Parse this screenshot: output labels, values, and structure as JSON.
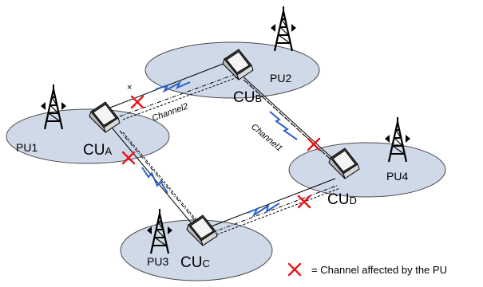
{
  "diagram": {
    "primary_users": [
      {
        "id": "pu1",
        "label": "PU1"
      },
      {
        "id": "pu2",
        "label": "PU2"
      },
      {
        "id": "pu3",
        "label": "PU3"
      },
      {
        "id": "pu4",
        "label": "PU4"
      }
    ],
    "cognitive_users": [
      {
        "id": "cua",
        "main": "CU",
        "sub": "A"
      },
      {
        "id": "cub",
        "main": "CU",
        "sub": "B"
      },
      {
        "id": "cuc",
        "main": "CU",
        "sub": "C"
      },
      {
        "id": "cud",
        "main": "CU",
        "sub": "D"
      }
    ],
    "channels": [
      {
        "id": "channel1",
        "label": "Channel1"
      },
      {
        "id": "channel2",
        "label": "Channel2"
      }
    ],
    "small_mark": "×",
    "legend": {
      "marker": "✕",
      "text": "= Channel affected by the PU",
      "marker_color": "#e8141b"
    },
    "colors": {
      "ellipse_fill": "#cfd9e8",
      "ellipse_stroke": "#4a4a4a",
      "link": "#000000",
      "lightning": "#2b62c9",
      "cross": "#e8141b"
    }
  }
}
